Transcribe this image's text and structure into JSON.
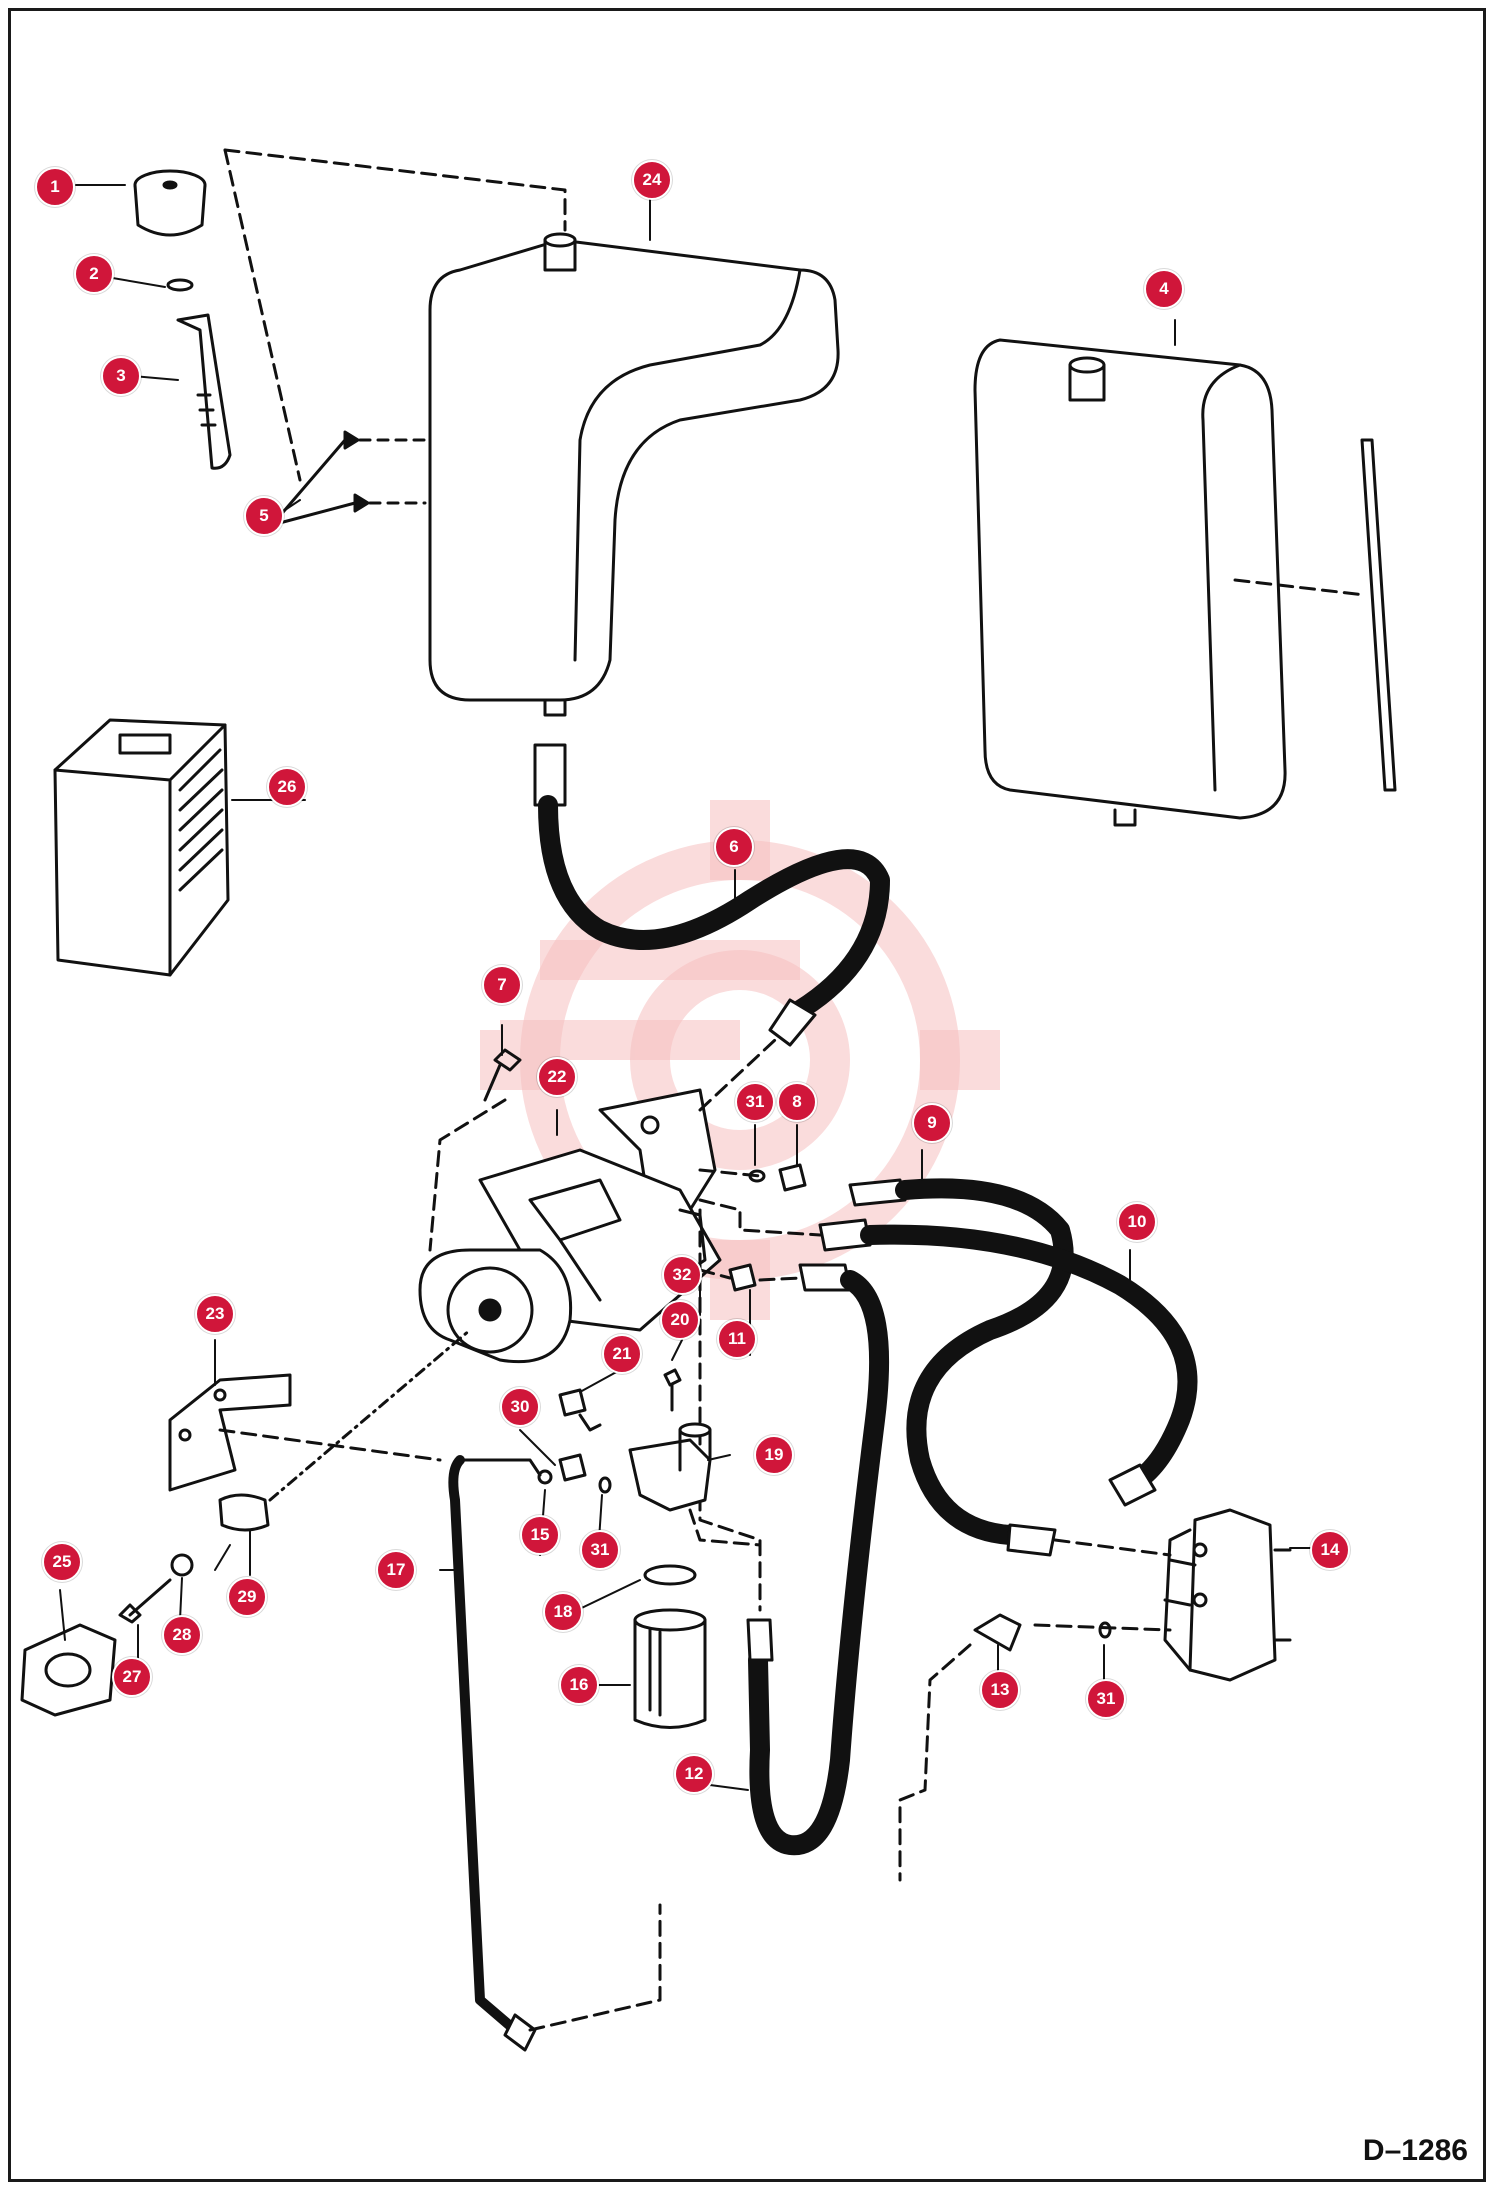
{
  "drawing_code": "D–1286",
  "colors": {
    "callout": "#d0163a",
    "line": "#111111",
    "watermark": "#f2a3a3"
  },
  "callouts": [
    {
      "id": "c1",
      "label": "1"
    },
    {
      "id": "c2",
      "label": "2"
    },
    {
      "id": "c3",
      "label": "3"
    },
    {
      "id": "c4",
      "label": "4"
    },
    {
      "id": "c5",
      "label": "5"
    },
    {
      "id": "c6",
      "label": "6"
    },
    {
      "id": "c7",
      "label": "7"
    },
    {
      "id": "c8",
      "label": "8"
    },
    {
      "id": "c9",
      "label": "9"
    },
    {
      "id": "c10",
      "label": "10"
    },
    {
      "id": "c11",
      "label": "11"
    },
    {
      "id": "c12",
      "label": "12"
    },
    {
      "id": "c13",
      "label": "13"
    },
    {
      "id": "c14",
      "label": "14"
    },
    {
      "id": "c15",
      "label": "15"
    },
    {
      "id": "c16",
      "label": "16"
    },
    {
      "id": "c17",
      "label": "17"
    },
    {
      "id": "c18",
      "label": "18"
    },
    {
      "id": "c19",
      "label": "19"
    },
    {
      "id": "c20",
      "label": "20"
    },
    {
      "id": "c21",
      "label": "21"
    },
    {
      "id": "c22",
      "label": "22"
    },
    {
      "id": "c23",
      "label": "23"
    },
    {
      "id": "c24",
      "label": "24"
    },
    {
      "id": "c25",
      "label": "25"
    },
    {
      "id": "c26",
      "label": "26"
    },
    {
      "id": "c27",
      "label": "27"
    },
    {
      "id": "c28",
      "label": "28"
    },
    {
      "id": "c29",
      "label": "29"
    },
    {
      "id": "c30",
      "label": "30"
    },
    {
      "id": "c31a",
      "label": "31"
    },
    {
      "id": "c31b",
      "label": "31"
    },
    {
      "id": "c31c",
      "label": "31"
    },
    {
      "id": "c32",
      "label": "32"
    }
  ]
}
